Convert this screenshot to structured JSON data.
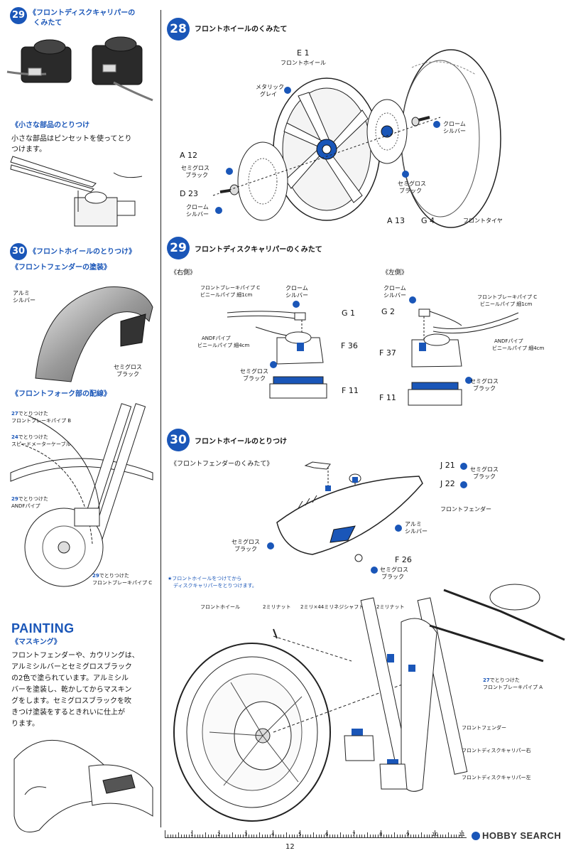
{
  "colors": {
    "accent": "#1a56b8",
    "part_fill": "#1a56b8",
    "line": "#222222"
  },
  "left": {
    "step29": {
      "num": "29",
      "title_line1": "《フロントディスクキャリパーの",
      "title_line2": "くみたて"
    },
    "small_parts": {
      "heading": "《小さな部品のとりつけ",
      "body_line1": "小さな部品はピンセットを使ってとり",
      "body_line2": "つけます。"
    },
    "step30": {
      "num": "30",
      "title": "《フロントホイールのとりつけ》",
      "sub": "《フロントフェンダーの塗装》",
      "fender_label_1": "アルミ",
      "fender_label_2": "シルバー",
      "bracket_label_1": "セミグロス",
      "bracket_label_2": "ブラック"
    },
    "fork": {
      "heading": "《フロントフォーク部の配線》",
      "note1_num": "27",
      "note1_a": "でとりつけた",
      "note1_b": "フロントブレーキパイプ B",
      "note2_num": "24",
      "note2_a": "でとりつけた",
      "note2_b": "スピードメーターケーブル",
      "note3_num": "29",
      "note3_a": "でとりつけた",
      "note3_b": "ANDFパイプ",
      "note4_num": "29",
      "note4_a": "でとりつけた",
      "note4_b": "フロントブレーキパイプ C"
    },
    "painting": {
      "heading": "PAINTING",
      "sub": "《マスキング》",
      "body": [
        "フロントフェンダーや、カウリングは、",
        "アルミシルバーとセミグロスブラック",
        "の2色で塗られています。アルミシル",
        "バーを塗装し、乾かしてからマスキン",
        "グをします。セミグロスブラックを吹",
        "きつけ塗装をするときれいに仕上が",
        "ります。"
      ]
    }
  },
  "step28": {
    "num": "28",
    "title": "フロントホイールのくみたて",
    "e1": "E 1",
    "e1_name": "フロントホイール",
    "metallic_1": "メタリック",
    "metallic_2": "グレイ",
    "chrome_1": "クローム",
    "chrome_2": "シルバー",
    "a12": "A 12",
    "semi_1": "セミグロス",
    "semi_2": "ブラック",
    "d23": "D 23",
    "chrome2_1": "クローム",
    "chrome2_2": "シルバー",
    "semi2_1": "セミグロス",
    "semi2_2": "ブラック",
    "a13": "A 13",
    "g4": "G 4",
    "tire": "フロントタイヤ"
  },
  "step29": {
    "num": "29",
    "title": "フロントディスクキャリパーのくみたて",
    "right": "《右側》",
    "left": "《左側》",
    "pipe_c_r": "フロントブレーキパイプ C",
    "vinyl_r": "ビニールパイプ 細1cm",
    "chrome_r_1": "クローム",
    "chrome_r_2": "シルバー",
    "g1": "G 1",
    "andf_r": "ANDFパイプ",
    "andf_r_sub": "ビニールパイプ 細4cm",
    "f36": "F 36",
    "semi_r_1": "セミグロス",
    "semi_r_2": "ブラック",
    "f11_r": "F 11",
    "chrome_l_1": "クローム",
    "chrome_l_2": "シルバー",
    "g2": "G 2",
    "pipe_c_l": "フロントブレーキパイプ C",
    "vinyl_l": "ビニールパイプ 細1cm",
    "andf_l": "ANDFパイプ",
    "andf_l_sub": "ビニールパイプ 細4cm",
    "f37": "F 37",
    "semi_l_1": "セミグロス",
    "semi_l_2": "ブラック",
    "f11_l": "F 11"
  },
  "step30": {
    "num": "30",
    "title": "フロントホイールのとりつけ",
    "sub": "《フロントフェンダーのくみたて》",
    "j21": "J 21",
    "j22": "J 22",
    "semi_j_1": "セミグロス",
    "semi_j_2": "ブラック",
    "fender": "フロントフェンダー",
    "alu_1": "アルミ",
    "alu_2": "シルバー",
    "semi_f_1": "セミグロス",
    "semi_f_2": "ブラック",
    "f26": "F 26",
    "semi_f26_1": "セミグロス",
    "semi_f26_2": "ブラック",
    "note_1": "★フロントホイールをつけてから",
    "note_2": "ディスクキャリパーをとりつけます。"
  },
  "assembly": {
    "front_wheel": "フロントホイール",
    "nut2_a": "2ミリナット",
    "shaft": "2ミリ×44ミリネジシャフト",
    "nut2_b": "2ミリナット",
    "brake_a_num": "27",
    "brake_a_1": "でとりつけた",
    "brake_a_2": "フロントブレーキパイプ A",
    "fender": "フロントフェンダー",
    "caliper_r": "フロントディスクキャリパー右",
    "caliper_l": "フロントディスクキャリパー左"
  },
  "ruler": {
    "labels": [
      "1",
      "2",
      "3",
      "4",
      "5",
      "6",
      "7",
      "8",
      "9",
      "10",
      "11"
    ]
  },
  "page_number": "12",
  "watermark": "HOBBY SEARCH"
}
